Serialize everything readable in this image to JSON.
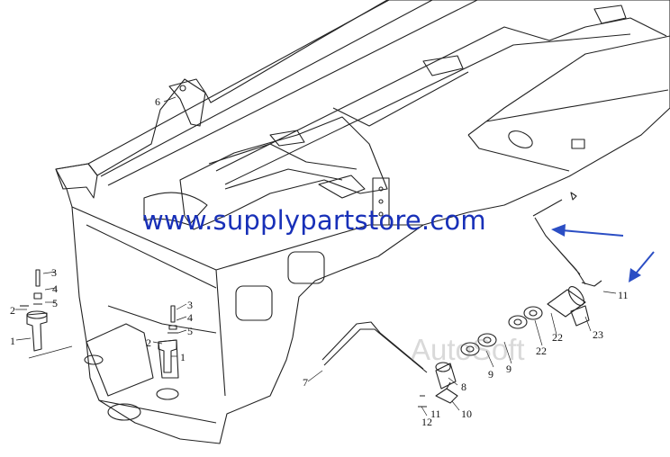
{
  "watermark": {
    "url": "www.supplypartstore.com",
    "brand": "AutoSoft",
    "url_color": "#1830b8",
    "arrow_color": "#2b4ec4"
  },
  "callouts": [
    {
      "id": "c6",
      "label": "6"
    },
    {
      "id": "c3a",
      "label": "3"
    },
    {
      "id": "c4a",
      "label": "4"
    },
    {
      "id": "c5a",
      "label": "5"
    },
    {
      "id": "c2a",
      "label": "2"
    },
    {
      "id": "c1a",
      "label": "1"
    },
    {
      "id": "c3b",
      "label": "3"
    },
    {
      "id": "c4b",
      "label": "4"
    },
    {
      "id": "c5b",
      "label": "5"
    },
    {
      "id": "c2b",
      "label": "2"
    },
    {
      "id": "c1b",
      "label": "1"
    },
    {
      "id": "c7",
      "label": "7"
    },
    {
      "id": "c11a",
      "label": "11"
    },
    {
      "id": "c12",
      "label": "12"
    },
    {
      "id": "c10",
      "label": "10"
    },
    {
      "id": "c8",
      "label": "8"
    },
    {
      "id": "c9a",
      "label": "9"
    },
    {
      "id": "c9b",
      "label": "9"
    },
    {
      "id": "c22a",
      "label": "22"
    },
    {
      "id": "c22b",
      "label": "22"
    },
    {
      "id": "c23",
      "label": "23"
    },
    {
      "id": "c11b",
      "label": "11"
    }
  ]
}
